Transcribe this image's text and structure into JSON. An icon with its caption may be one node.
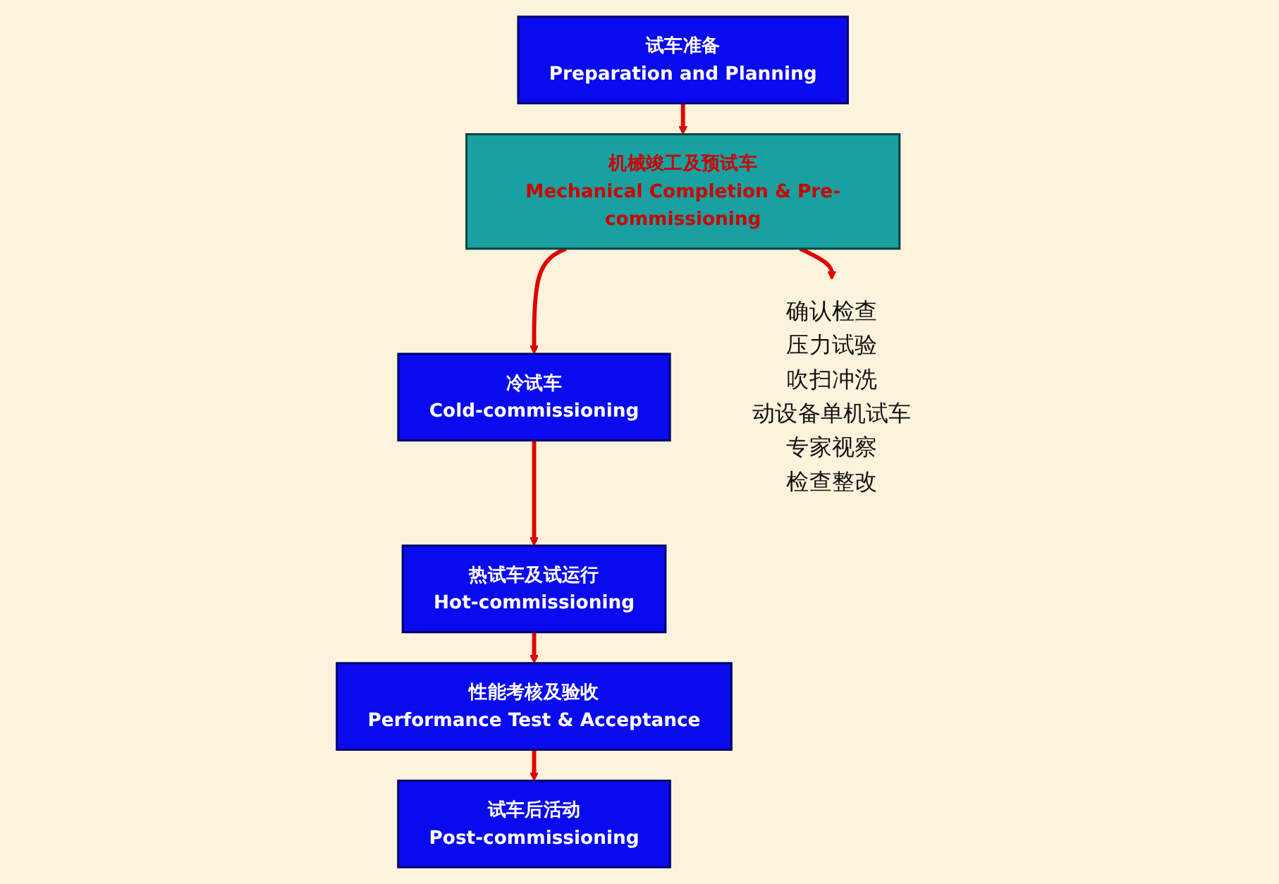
{
  "diagram": {
    "nodes": [
      {
        "text": [
          "试车准备",
          "Preparation and Planning"
        ]
      },
      {
        "text": [
          "机械竣工及预试车",
          "Mechanical Completion & Pre-commissioning"
        ]
      },
      {
        "text": [
          "冷试车",
          "Cold-commissioning"
        ]
      },
      {
        "text": [
          "热试车及试运行",
          "Hot-commissioning"
        ]
      },
      {
        "text": [
          "性能考核及验收",
          "Performance Test & Acceptance"
        ]
      },
      {
        "text": [
          "试车后活动",
          "Post-commissioning"
        ]
      },
      {
        "text": [
          "确认检查",
          "压力试验",
          "吹扫冲洗",
          "动设备单机试车",
          "专家视察",
          "检查整改"
        ]
      }
    ],
    "edges": [
      {
        "from": 0,
        "to": 1,
        "arrow": "to"
      },
      {
        "from": 1,
        "to": 2,
        "arrow": "to"
      },
      {
        "from": 2,
        "to": 3,
        "arrow": "to"
      },
      {
        "from": 3,
        "to": 4,
        "arrow": "to"
      },
      {
        "from": 4,
        "to": 5,
        "arrow": "to"
      },
      {
        "from": 1,
        "to": 6,
        "arrow": "to"
      }
    ]
  }
}
